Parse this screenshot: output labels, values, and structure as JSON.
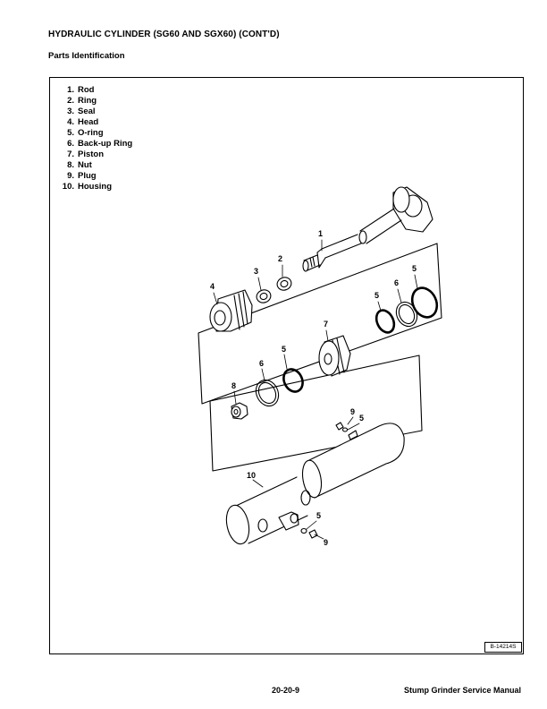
{
  "header": {
    "title": "HYDRAULIC CYLINDER (SG60 AND SGX60) (CONT'D)",
    "subtitle": "Parts Identification"
  },
  "legend": [
    {
      "num": "1.",
      "label": "Rod"
    },
    {
      "num": "2.",
      "label": "Ring"
    },
    {
      "num": "3.",
      "label": "Seal"
    },
    {
      "num": "4.",
      "label": "Head"
    },
    {
      "num": "5.",
      "label": "O-ring"
    },
    {
      "num": "6.",
      "label": "Back-up Ring"
    },
    {
      "num": "7.",
      "label": "Piston"
    },
    {
      "num": "8.",
      "label": "Nut"
    },
    {
      "num": "9.",
      "label": "Plug"
    },
    {
      "num": "10.",
      "label": "Housing"
    }
  ],
  "callouts": {
    "rod": "1",
    "ring": "2",
    "seal": "3",
    "head": "4",
    "oring_a": "5",
    "oring_b": "5",
    "oring_c": "5",
    "oring_d": "5",
    "oring_e": "5",
    "backup_a": "6",
    "backup_b": "6",
    "piston": "7",
    "nut": "8",
    "plug_a": "9",
    "plug_b": "9",
    "housing": "10"
  },
  "figure_code": "B-14214S",
  "footer": {
    "page_number": "20-20-9",
    "manual_title": "Stump Grinder Service Manual"
  }
}
